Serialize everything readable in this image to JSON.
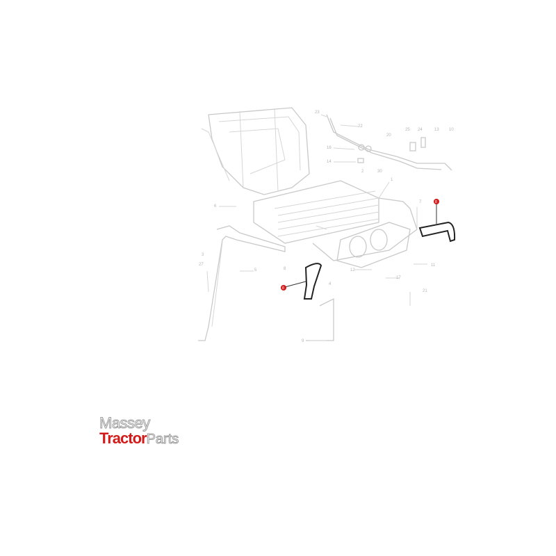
{
  "diagram": {
    "callouts": [
      {
        "id": "c23",
        "text": "23"
      },
      {
        "id": "c22",
        "text": "22"
      },
      {
        "id": "c16",
        "text": "16"
      },
      {
        "id": "c14",
        "text": "14"
      },
      {
        "id": "c20",
        "text": "20"
      },
      {
        "id": "c25",
        "text": "25"
      },
      {
        "id": "c24",
        "text": "24"
      },
      {
        "id": "c13",
        "text": "13"
      },
      {
        "id": "c10",
        "text": "10"
      },
      {
        "id": "c2",
        "text": "2"
      },
      {
        "id": "c30",
        "text": "30"
      },
      {
        "id": "c1",
        "text": "1"
      },
      {
        "id": "c6",
        "text": "6"
      },
      {
        "id": "c7",
        "text": "7"
      },
      {
        "id": "c3",
        "text": "3"
      },
      {
        "id": "c27",
        "text": "27"
      },
      {
        "id": "c5",
        "text": "5"
      },
      {
        "id": "c8",
        "text": "8"
      },
      {
        "id": "c4",
        "text": "4"
      },
      {
        "id": "c12",
        "text": "12"
      },
      {
        "id": "c11",
        "text": "11"
      },
      {
        "id": "c17",
        "text": "17"
      },
      {
        "id": "c21",
        "text": "21"
      },
      {
        "id": "c9",
        "text": "9"
      }
    ],
    "highlight_markers": [
      {
        "text": "8"
      },
      {
        "text": "8"
      }
    ],
    "highlight_color": "#d21a1a"
  },
  "logo": {
    "line1": "Massey",
    "line2a": "Tractor",
    "line2b": "Parts",
    "brand_color": "#d21a1a"
  }
}
